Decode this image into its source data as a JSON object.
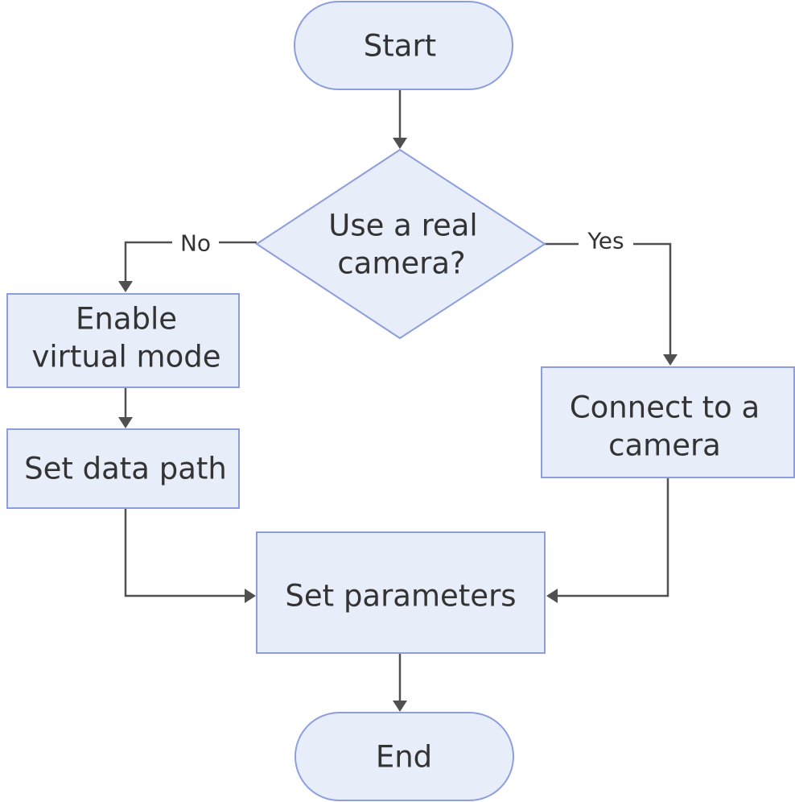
{
  "nodes": {
    "start": {
      "label": "Start"
    },
    "decision": {
      "line1": "Use a real",
      "line2": "camera?"
    },
    "enable_virtual": {
      "line1": "Enable",
      "line2": "virtual mode"
    },
    "set_data_path": {
      "label": "Set data path"
    },
    "connect_camera": {
      "line1": "Connect to a",
      "line2": "camera"
    },
    "set_parameters": {
      "label": "Set parameters"
    },
    "end": {
      "label": "End"
    }
  },
  "edges": {
    "no_label": "No",
    "yes_label": "Yes"
  },
  "colors": {
    "node_fill": "#e8edfa",
    "node_stroke": "#8c9ede",
    "edge": "#505050",
    "text": "#333333"
  }
}
